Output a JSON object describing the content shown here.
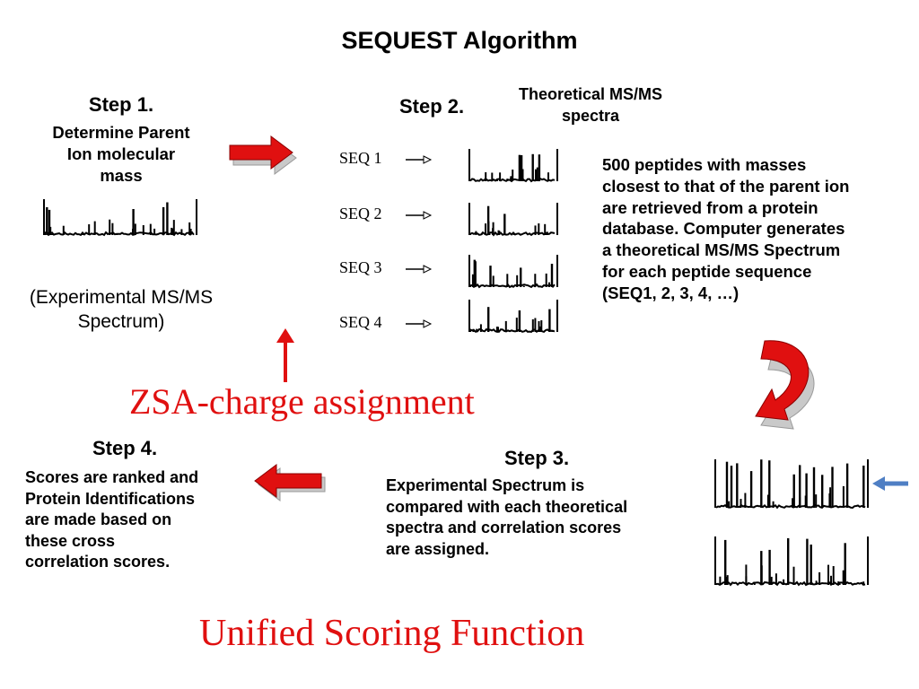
{
  "title": "SEQUEST Algorithm",
  "step1": {
    "heading": "Step 1.",
    "desc_lines": [
      "Determine Parent",
      "Ion molecular",
      "mass"
    ],
    "exp_lines": [
      "(Experimental MS/MS",
      "Spectrum)"
    ]
  },
  "step2": {
    "heading": "Step 2.",
    "theoretical_lines": [
      "Theoretical MS/MS",
      "spectra"
    ],
    "seq_labels": [
      "SEQ 1",
      "SEQ 2",
      "SEQ 3",
      "SEQ 4"
    ],
    "desc_lines": [
      "500 peptides with masses",
      "closest to that of the parent ion",
      "are retrieved from a protein",
      "database.  Computer generates",
      "a theoretical MS/MS Spectrum",
      "for each peptide sequence",
      "(SEQ1, 2, 3, 4, …)"
    ]
  },
  "zsa_label": "ZSA-charge assignment",
  "step3": {
    "heading": "Step 3.",
    "desc_lines": [
      "Experimental Spectrum is",
      "compared with each theoretical",
      "spectra and correlation scores",
      "are assigned."
    ]
  },
  "step4": {
    "heading": "Step 4.",
    "desc_lines": [
      "Scores are ranked and",
      "Protein Identifications",
      "are made based on",
      "these cross",
      "correlation scores."
    ]
  },
  "scoring_label": "Unified Scoring Function",
  "colors": {
    "accent_red": "#e01010",
    "arrow_blue": "#4f7fc4"
  }
}
